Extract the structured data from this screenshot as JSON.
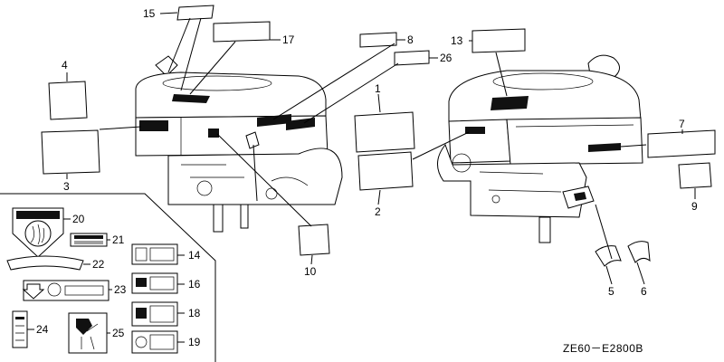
{
  "callouts": {
    "c1": "1",
    "c2": "2",
    "c3": "3",
    "c4": "4",
    "c5": "5",
    "c6": "6",
    "c7": "7",
    "c8": "8",
    "c9": "9",
    "c10": "10",
    "c13": "13",
    "c14": "14",
    "c15": "15",
    "c16": "16",
    "c17": "17",
    "c18": "18",
    "c19": "19",
    "c20": "20",
    "c21": "21",
    "c22": "22",
    "c23": "23",
    "c24": "24",
    "c25": "25",
    "c26": "26"
  },
  "diagram_code": "ZE60－E2800B"
}
